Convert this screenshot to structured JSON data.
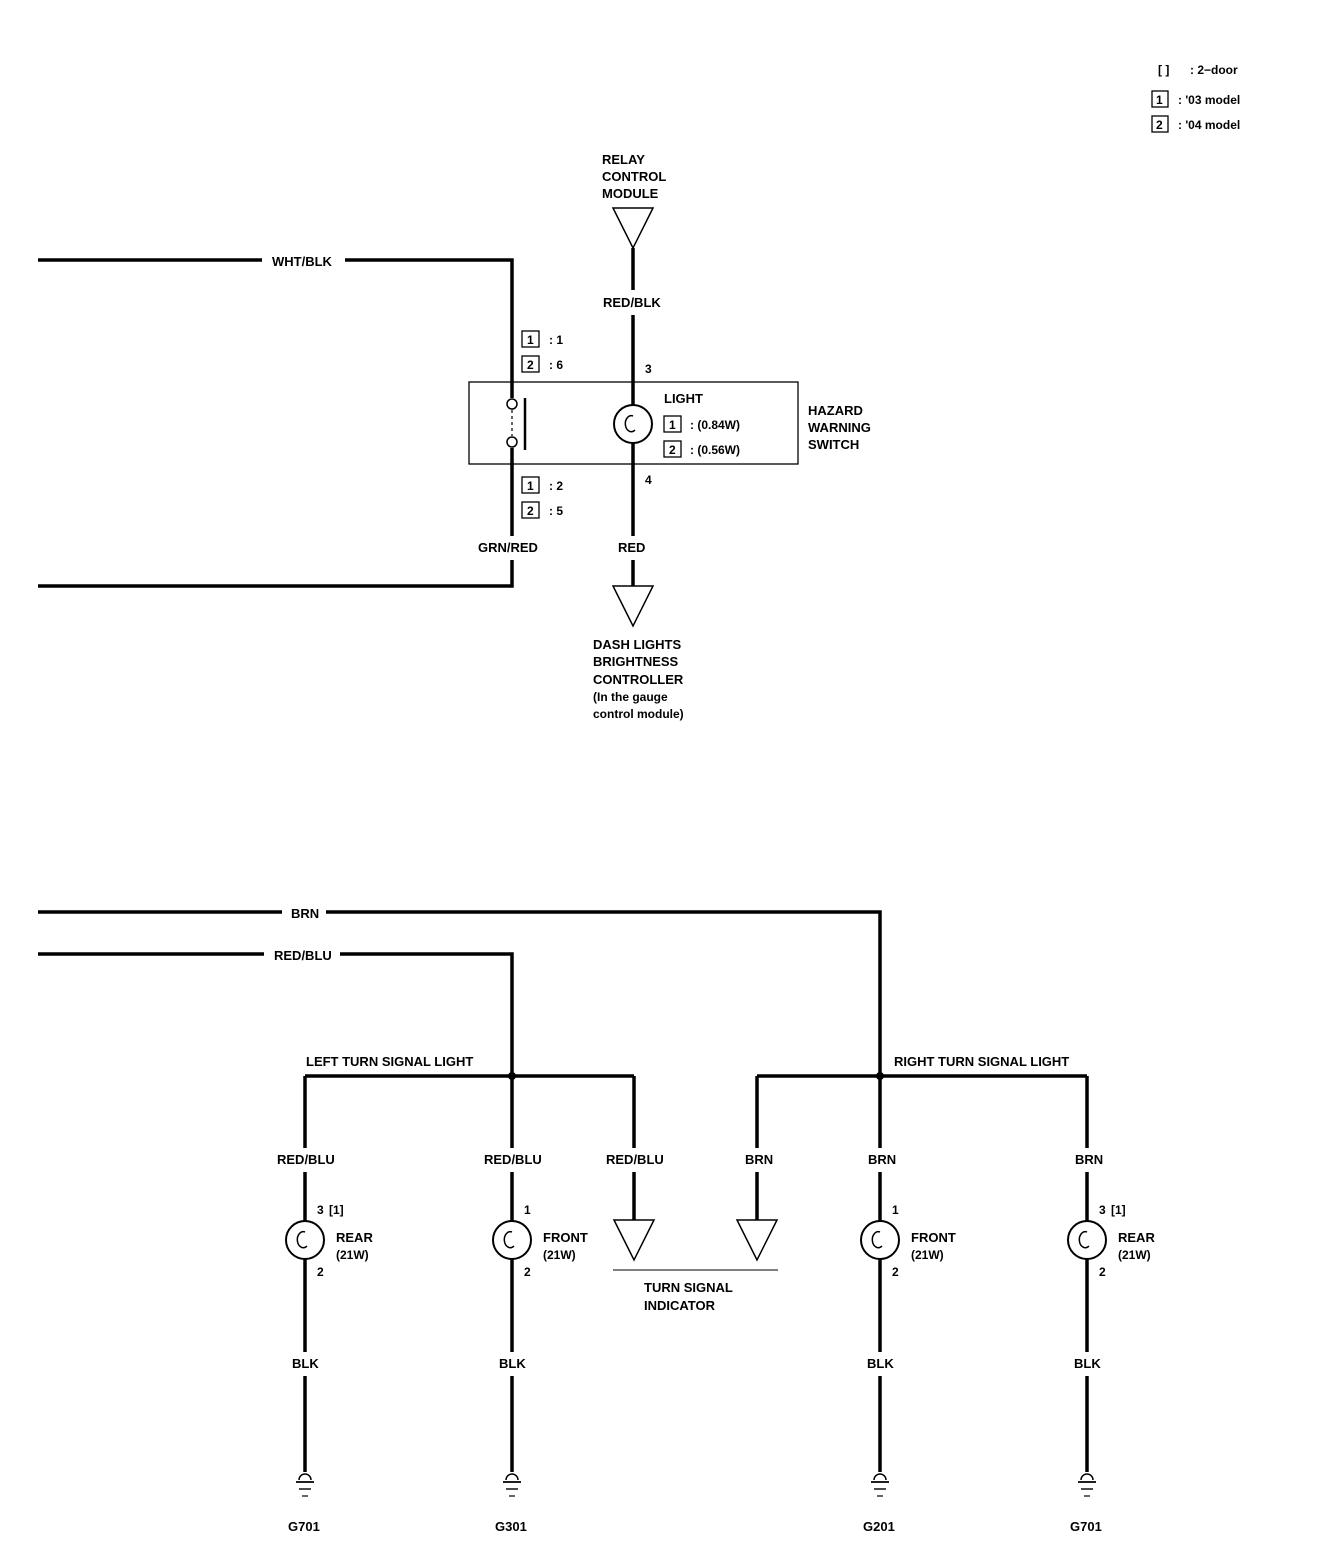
{
  "legend": {
    "bracket_symbol": "[ ]",
    "bracket_text": ": 2−door",
    "model1_num": "1",
    "model1_text": ": '03 model",
    "model2_num": "2",
    "model2_text": ": '04 model"
  },
  "hazard": {
    "relay_line1": "RELAY",
    "relay_line2": "CONTROL",
    "relay_line3": "MODULE",
    "wire_top_left": "WHT/BLK",
    "wire_relay": "RED/BLK",
    "pin_top_m1_num": "1",
    "pin_top_m1": ": 1",
    "pin_top_m2_num": "2",
    "pin_top_m2": ": 6",
    "pin_light_top": "3",
    "light_label": "LIGHT",
    "light_m1_num": "1",
    "light_m1": ": (0.84W)",
    "light_m2_num": "2",
    "light_m2": ": (0.56W)",
    "switch_line1": "HAZARD",
    "switch_line2": "WARNING",
    "switch_line3": "SWITCH",
    "pin_light_bottom": "4",
    "pin_bot_m1_num": "1",
    "pin_bot_m1": ": 2",
    "pin_bot_m2_num": "2",
    "pin_bot_m2": ": 5",
    "wire_bottom_left": "GRN/RED",
    "wire_dash": "RED",
    "dash_line1": "DASH LIGHTS",
    "dash_line2": "BRIGHTNESS",
    "dash_line3": "CONTROLLER",
    "dash_line4": "(In the gauge",
    "dash_line5": "control module)"
  },
  "turn": {
    "wire_brn": "BRN",
    "wire_redblu": "RED/BLU",
    "left_title": "LEFT TURN SIGNAL LIGHT",
    "right_title": "RIGHT TURN SIGNAL LIGHT",
    "indicator_line1": "TURN SIGNAL",
    "indicator_line2": "INDICATOR",
    "branches": [
      {
        "wire": "RED/BLU",
        "pin_top": "3",
        "bracket": "[1]",
        "name": "REAR",
        "watt": "(21W)",
        "pin_bot": "2",
        "ground_wire": "BLK",
        "ground": "G701"
      },
      {
        "wire": "RED/BLU",
        "pin_top": "1",
        "bracket": "",
        "name": "FRONT",
        "watt": "(21W)",
        "pin_bot": "2",
        "ground_wire": "BLK",
        "ground": "G301"
      },
      {
        "wire": "RED/BLU"
      },
      {
        "wire": "BRN"
      },
      {
        "wire": "BRN",
        "pin_top": "1",
        "bracket": "",
        "name": "FRONT",
        "watt": "(21W)",
        "pin_bot": "2",
        "ground_wire": "BLK",
        "ground": "G201"
      },
      {
        "wire": "BRN",
        "pin_top": "3",
        "bracket": "[1]",
        "name": "REAR",
        "watt": "(21W)",
        "pin_bot": "2",
        "ground_wire": "BLK",
        "ground": "G701"
      }
    ]
  }
}
